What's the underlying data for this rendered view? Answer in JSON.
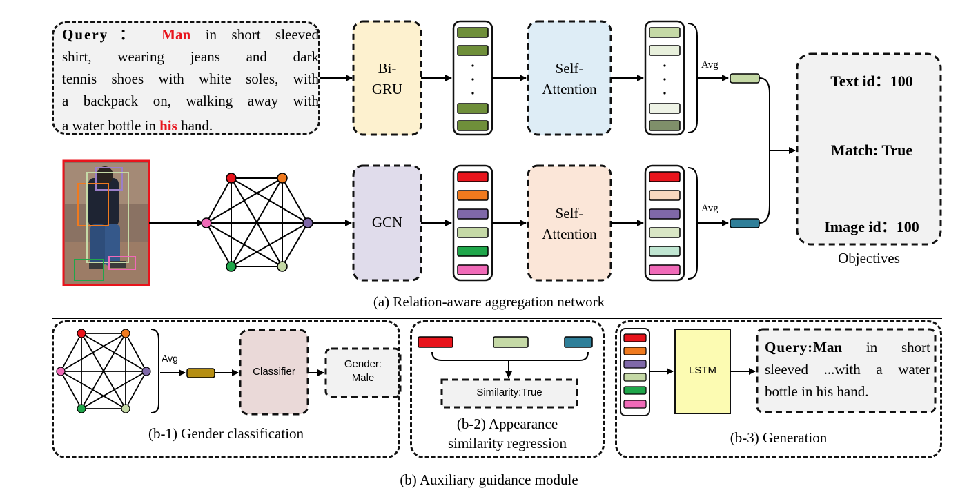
{
  "query_top": {
    "prefix": "Query：",
    "w1": "Man",
    "line1_rest": " in short sleeved",
    "line2": "shirt, wearing jeans and dark",
    "line3": "tennis shoes with white soles, with",
    "line4": "a backpack on, walking away with",
    "line5_a": "a water bottle in ",
    "w2": "his",
    "line5_b": " hand."
  },
  "bigru": {
    "line1": "Bi-",
    "line2": "GRU"
  },
  "sa1": {
    "line1": "Self-",
    "line2": "Attention"
  },
  "gcn": "GCN",
  "sa2": {
    "line1": "Self-",
    "line2": "Attention"
  },
  "avg": "Avg",
  "objectives": {
    "text_id": "Text id：100",
    "match": "Match: True",
    "image_id": "Image id：100",
    "caption": "Objectives"
  },
  "caption_a": "(a) Relation-aware aggregation network",
  "b1": {
    "classifier": "Classifier",
    "gender_l1": "Gender:",
    "gender_l2": "Male",
    "caption": "(b-1) Gender classification"
  },
  "b2": {
    "similarity": "Similarity:True",
    "caption_l1": "(b-2) Appearance",
    "caption_l2": "similarity regression"
  },
  "b3": {
    "lstm": "LSTM",
    "q_prefix": "Query:",
    "q_man": "Man",
    "q_l1_rest": " in short",
    "q_l2": "sleeved ...with a water",
    "q_l3": "bottle in his hand.",
    "caption": "(b-3) Generation"
  },
  "caption_b": "(b) Auxiliary guidance module",
  "colors": {
    "red": "#e8141c",
    "orange": "#f07a1e",
    "purple": "#7f68a8",
    "sage": "#c5d9a6",
    "green": "#1fa64a",
    "pink": "#f06ab8",
    "olive": "#6f8f3a",
    "teal": "#2f7f99",
    "gold": "#b58e12"
  }
}
